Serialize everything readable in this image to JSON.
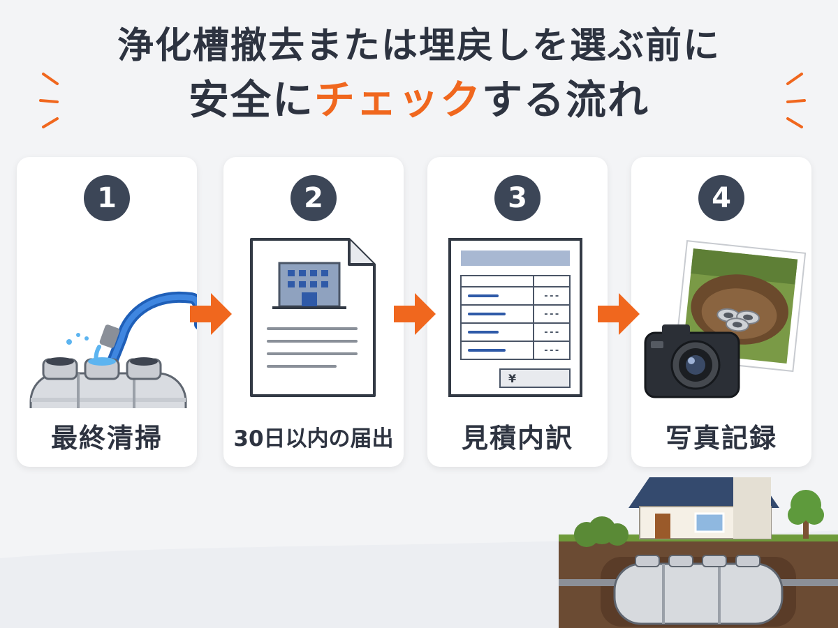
{
  "title": {
    "line1": "浄化槽撤去または埋戻しを選ぶ前に",
    "line2_before": "安全に",
    "line2_accent": "チェック",
    "line2_after": "する流れ"
  },
  "steps": [
    {
      "number": "1",
      "label": "最終清掃",
      "icon": "septic-tank-cleaning-icon"
    },
    {
      "number": "2",
      "label": "30日以内の届出",
      "icon": "notification-document-icon"
    },
    {
      "number": "3",
      "label": "見積内訳",
      "icon": "estimate-breakdown-icon"
    },
    {
      "number": "4",
      "label": "写真記録",
      "icon": "camera-photo-record-icon"
    }
  ],
  "estimate": {
    "currency_symbol": "¥",
    "dash": "---"
  },
  "colors": {
    "accent": "#f0671e",
    "badge": "#3c4657",
    "text": "#2d3340",
    "background": "#f3f4f6",
    "card": "#ffffff"
  }
}
